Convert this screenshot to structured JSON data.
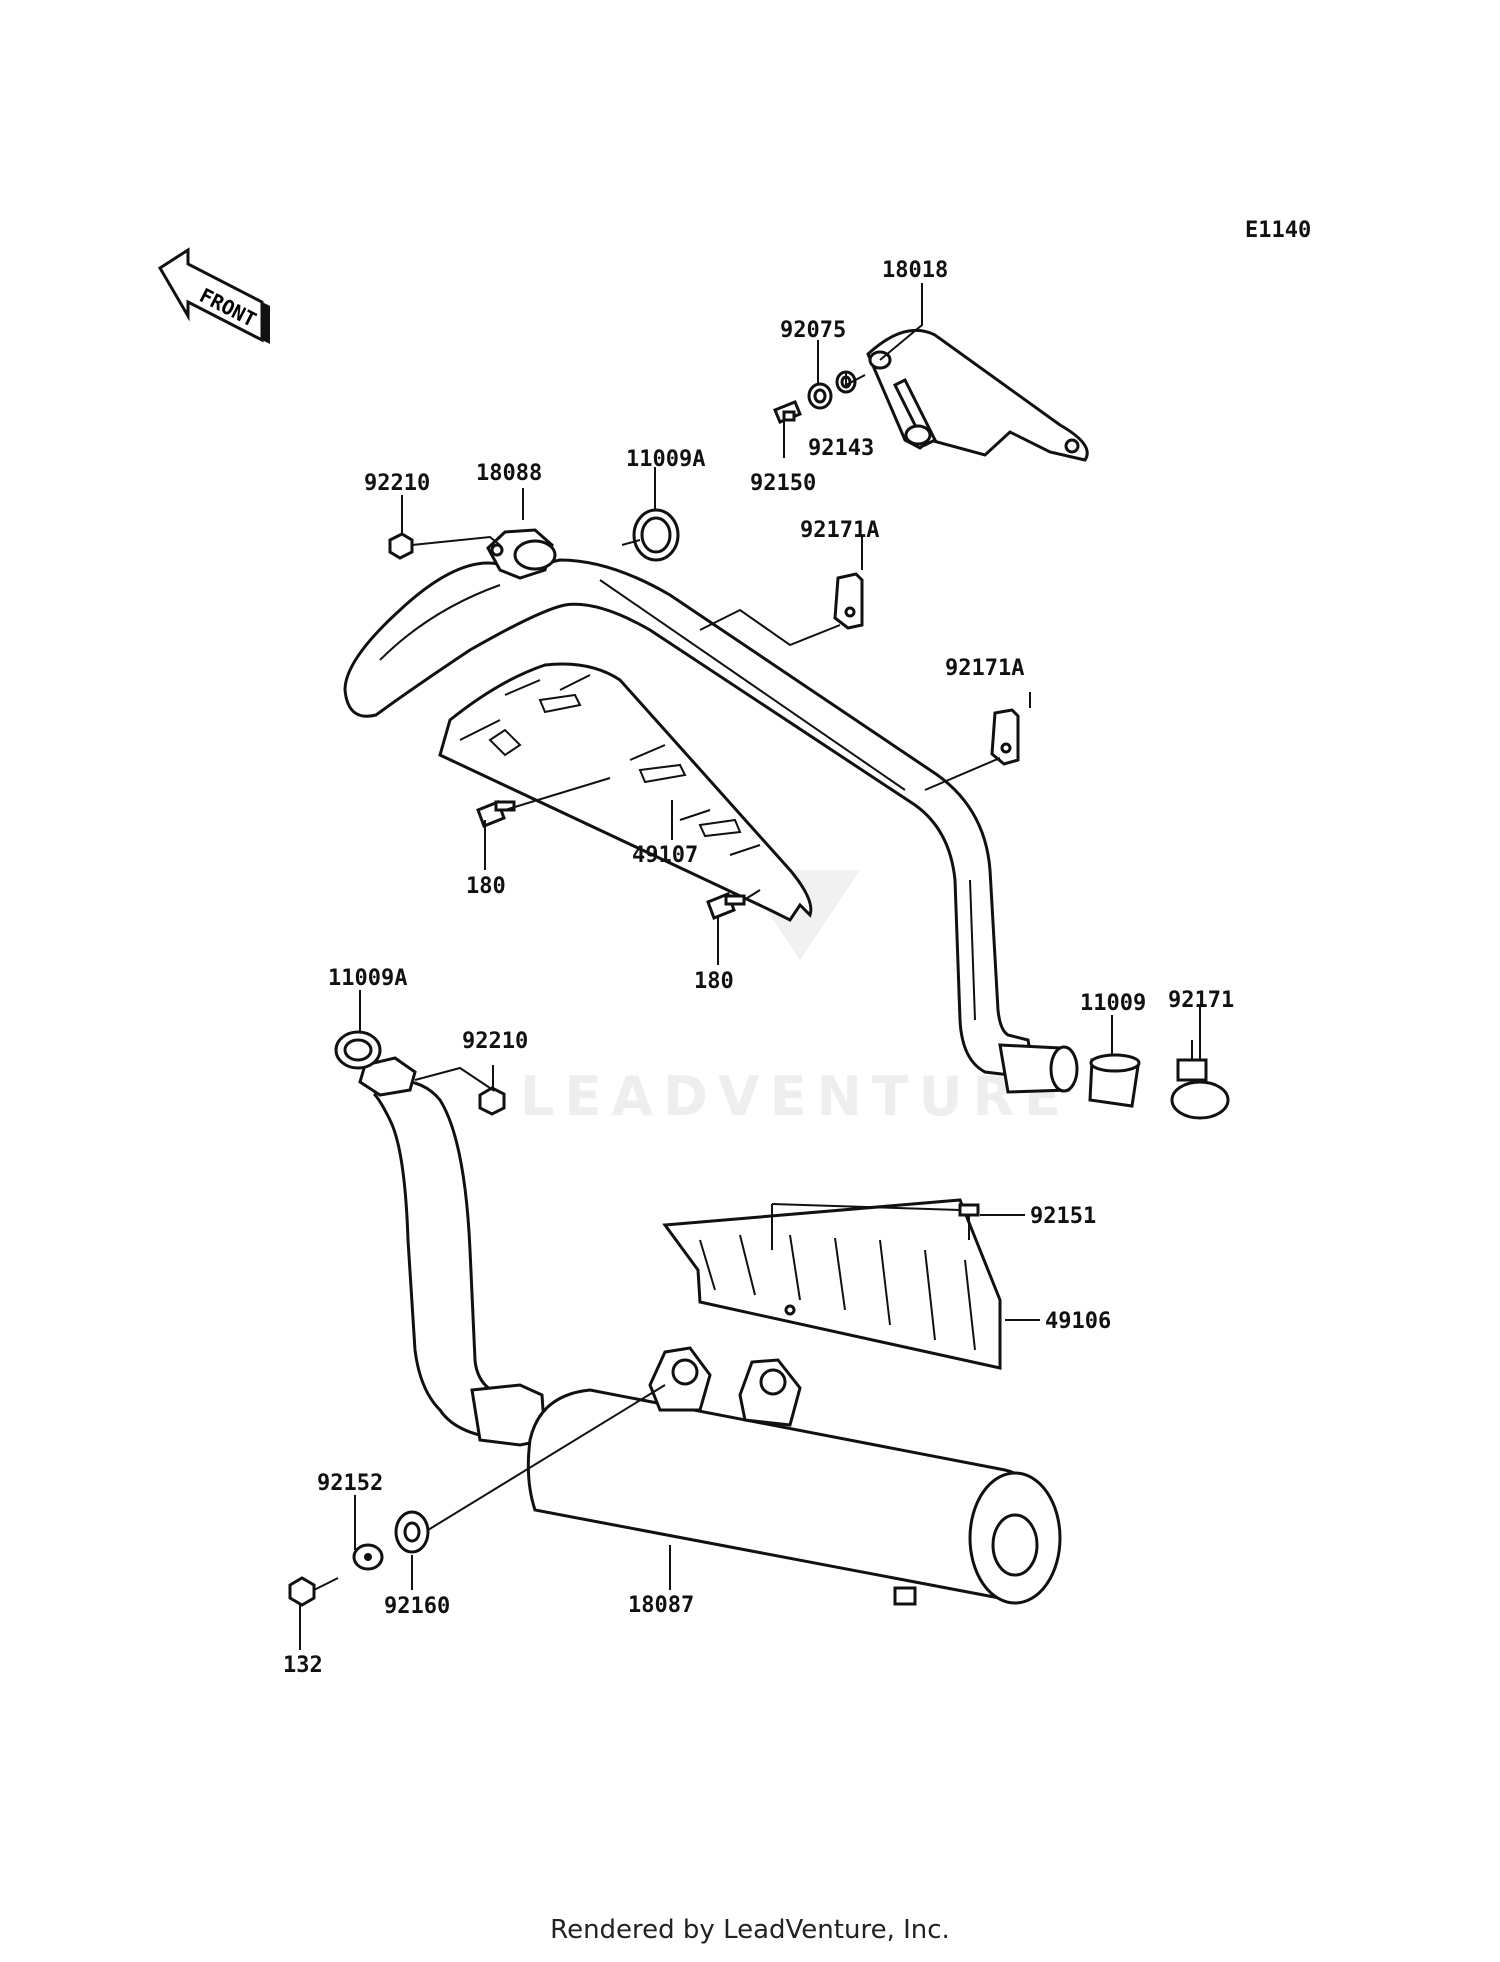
{
  "diagram": {
    "code": "E1140",
    "front_label": "FRONT",
    "watermark": "LEADVENTURE",
    "footer": "Rendered by LeadVenture, Inc.",
    "parts": [
      {
        "id": "18018"
      },
      {
        "id": "92075"
      },
      {
        "id": "92143"
      },
      {
        "id": "92150"
      },
      {
        "id": "92210"
      },
      {
        "id": "18088"
      },
      {
        "id": "11009A"
      },
      {
        "id": "92171A"
      },
      {
        "id": "92171A"
      },
      {
        "id": "180"
      },
      {
        "id": "49107"
      },
      {
        "id": "180"
      },
      {
        "id": "11009A"
      },
      {
        "id": "92210"
      },
      {
        "id": "11009"
      },
      {
        "id": "92171"
      },
      {
        "id": "92151"
      },
      {
        "id": "49106"
      },
      {
        "id": "92152"
      },
      {
        "id": "92160"
      },
      {
        "id": "132"
      },
      {
        "id": "18087"
      }
    ]
  }
}
